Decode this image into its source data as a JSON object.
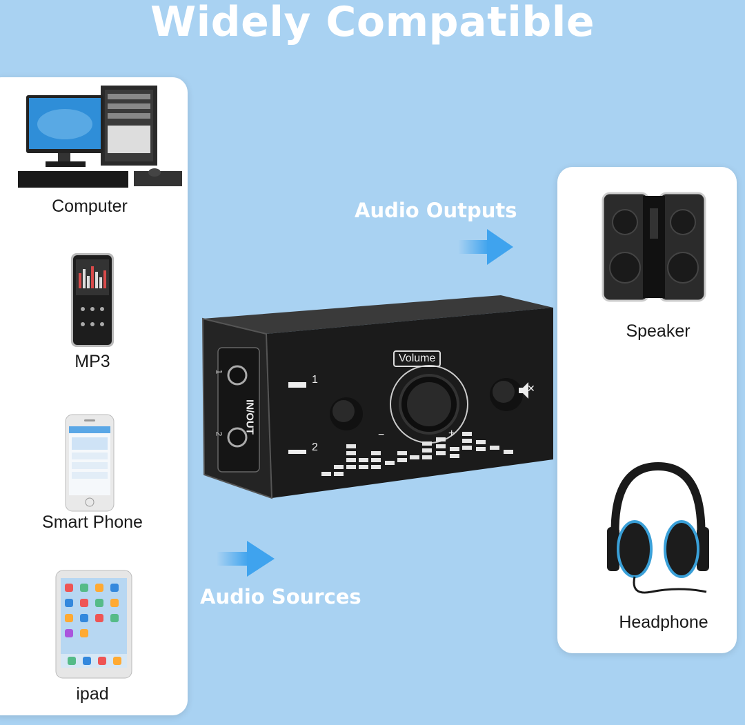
{
  "title": "Widely Compatible",
  "sources": [
    {
      "label": "Computer",
      "icon": "computer-icon"
    },
    {
      "label": "MP3",
      "icon": "mp3-player-icon"
    },
    {
      "label": "Smart Phone",
      "icon": "smartphone-icon"
    },
    {
      "label": "ipad",
      "icon": "tablet-icon"
    }
  ],
  "outputs": [
    {
      "label": "Speaker",
      "icon": "speaker-icon"
    },
    {
      "label": "Headphone",
      "icon": "headphone-icon"
    }
  ],
  "callouts": {
    "outputs": "Audio Outputs",
    "sources": "Audio Sources"
  },
  "device": {
    "volume_label": "Volume",
    "side_label": "IN/OUT",
    "input_1": "1",
    "input_2": "2",
    "jack_1": "1",
    "jack_2": "2",
    "minus": "−",
    "plus": "+"
  },
  "colors": {
    "background": "#a9d2f2",
    "arrow": "#3fa3ee",
    "device": "#1b1b1b"
  }
}
